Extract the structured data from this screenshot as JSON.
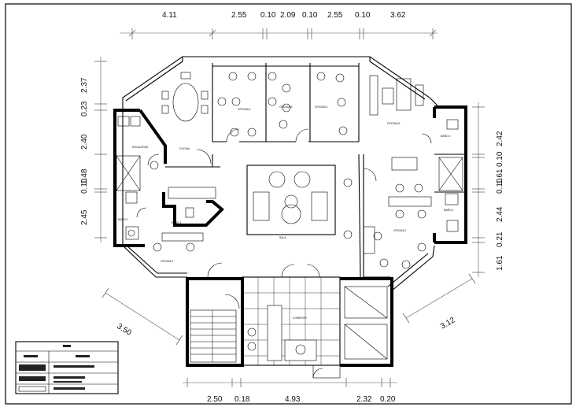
{
  "dimensions": {
    "top": [
      "4.11",
      "2.55",
      "0.10",
      "2.09",
      "0.10",
      "2.55",
      "0.10",
      "3.62"
    ],
    "bottom": [
      "2.50",
      "0.18",
      "4.93",
      "2.32",
      "0.20"
    ],
    "left": [
      "2.37",
      "0.23",
      "2.40",
      "1.48",
      "0.10",
      "2.45"
    ],
    "right": [
      "2.42",
      "0.10",
      "1.61",
      "0.10",
      "2.44",
      "0.21",
      "1.61"
    ],
    "diagonal_left": "3.50",
    "diagonal_right": "3.12"
  },
  "labels": {
    "oficina_3": "OFICINA 3",
    "oficina_5": "OFICINA 5",
    "oficina_4": "OFICINA 4",
    "oficina_6": "OFICINA 6",
    "oficina_1": "OFICINA 1",
    "oficina_2": "OFICINA 2",
    "cocina": "COCINA",
    "bano_1": "BAÑO 1",
    "bano_2": "BAÑO 2",
    "bano_3": "BAÑO 3",
    "bano_4": "BAÑO 4",
    "sala": "SALA",
    "escaleras": "ESCALERAS",
    "comedor": "COMEDOR"
  }
}
